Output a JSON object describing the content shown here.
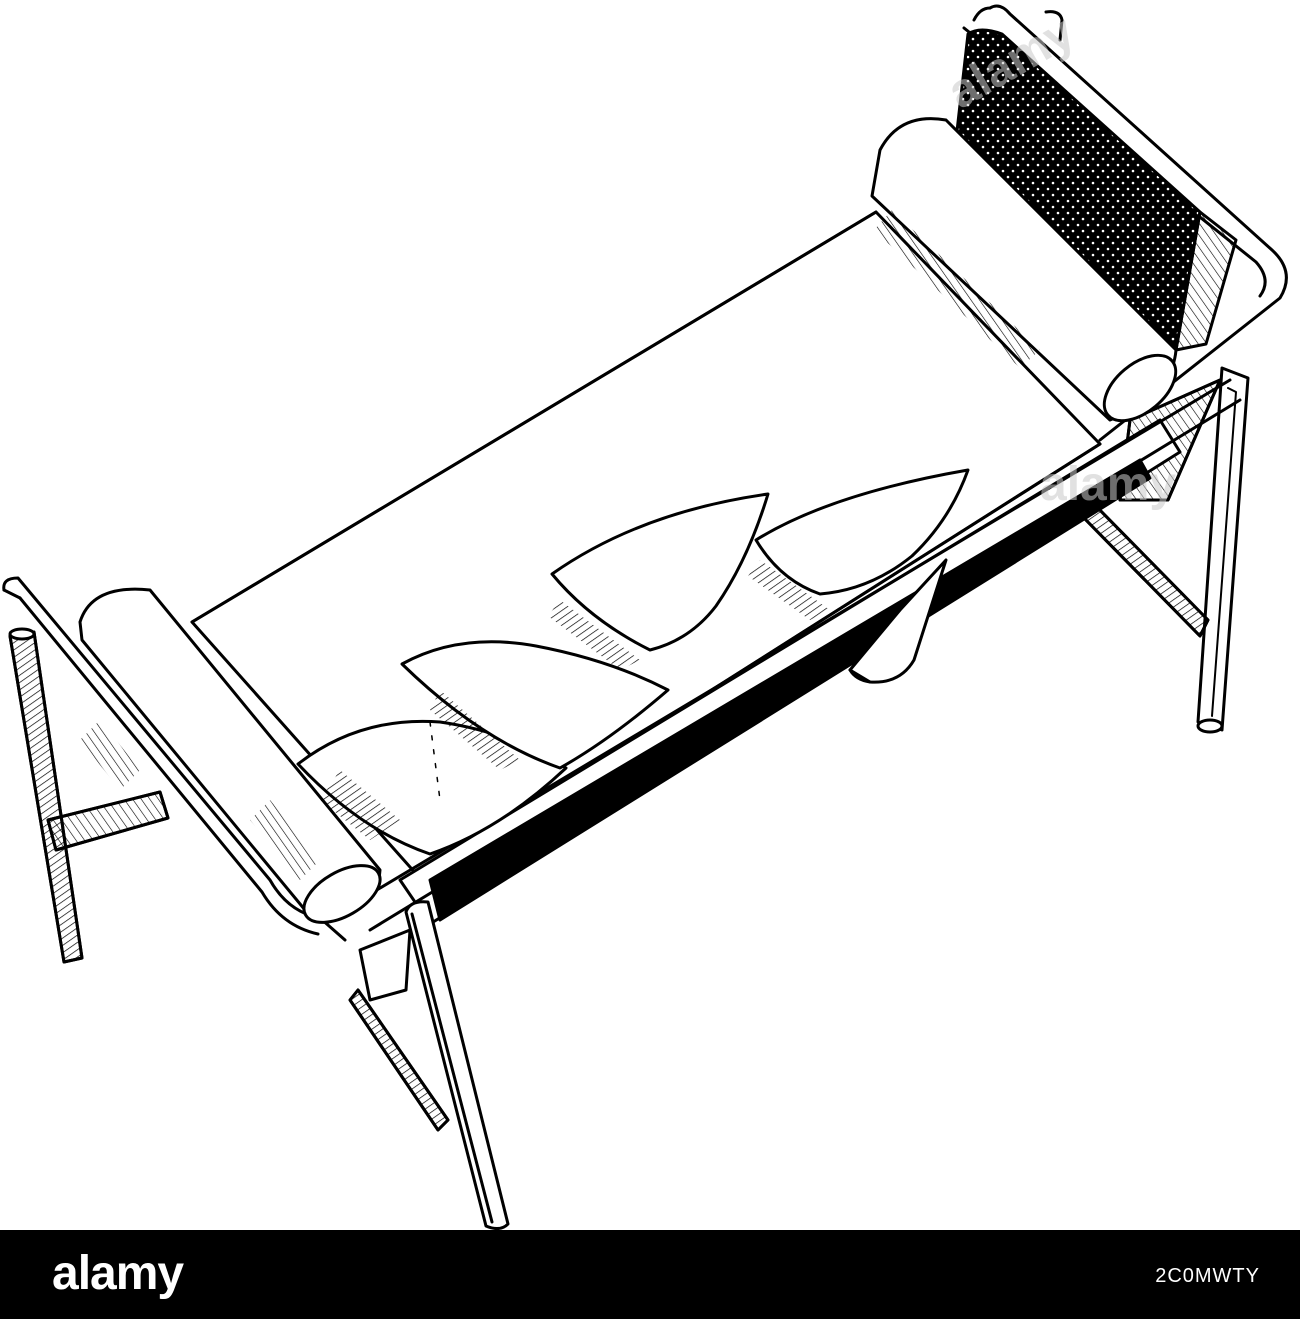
{
  "illustration": {
    "subject": "daybed-line-drawing",
    "colors": {
      "line": "#000000",
      "background": "#ffffff",
      "watermark": "#c9c9c9"
    },
    "watermark_text": "alamy"
  },
  "footer": {
    "logo": "alamy",
    "image_id": "2C0MWTY",
    "colors": {
      "background": "#000000",
      "text": "#ffffff"
    }
  }
}
